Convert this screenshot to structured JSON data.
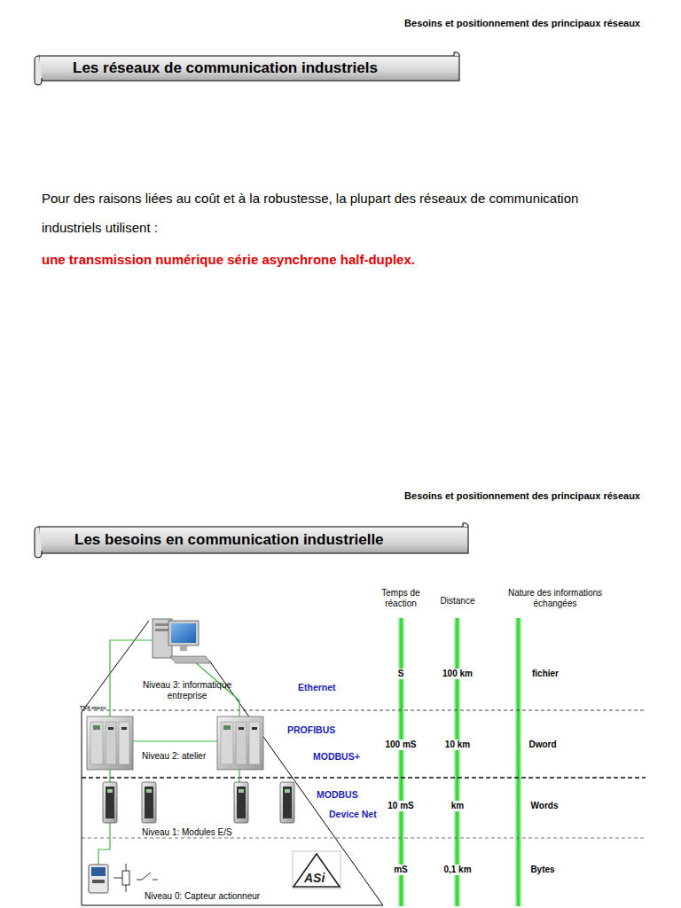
{
  "diagram": {
    "nodes": [
      {
        "text": [
          "Les réseaux de communication industriels"
        ]
      },
      {
        "text": [
          "Les besoins en communication industrielle"
        ]
      }
    ],
    "labels": [
      "Besoins et positionnement des principaux réseaux",
      "Pour des raisons liées au coût et à la robustesse, la plupart des réseaux de communication industriels utilisent :",
      "une transmission numérique série asynchrone half-duplex.",
      "Besoins et positionnement des principaux réseaux",
      "Temps de réaction",
      "Distance",
      "Nature des informations échangées",
      "Niveau 3: informatique entreprise",
      "Ethernet",
      "S",
      "100 km",
      "fichier",
      "TSX micro",
      "PROFIBUS",
      "100 mS",
      "10 km",
      "Dword",
      "MODBUS+",
      "Niveau 2: atelier",
      "MODBUS",
      "10 mS",
      "km",
      "Words",
      "Device Net",
      "Niveau 1: Modules E/S",
      "mS",
      "0,1 km",
      "Bytes",
      "ASi",
      "Niveau 0: Capteur actionneur"
    ]
  }
}
